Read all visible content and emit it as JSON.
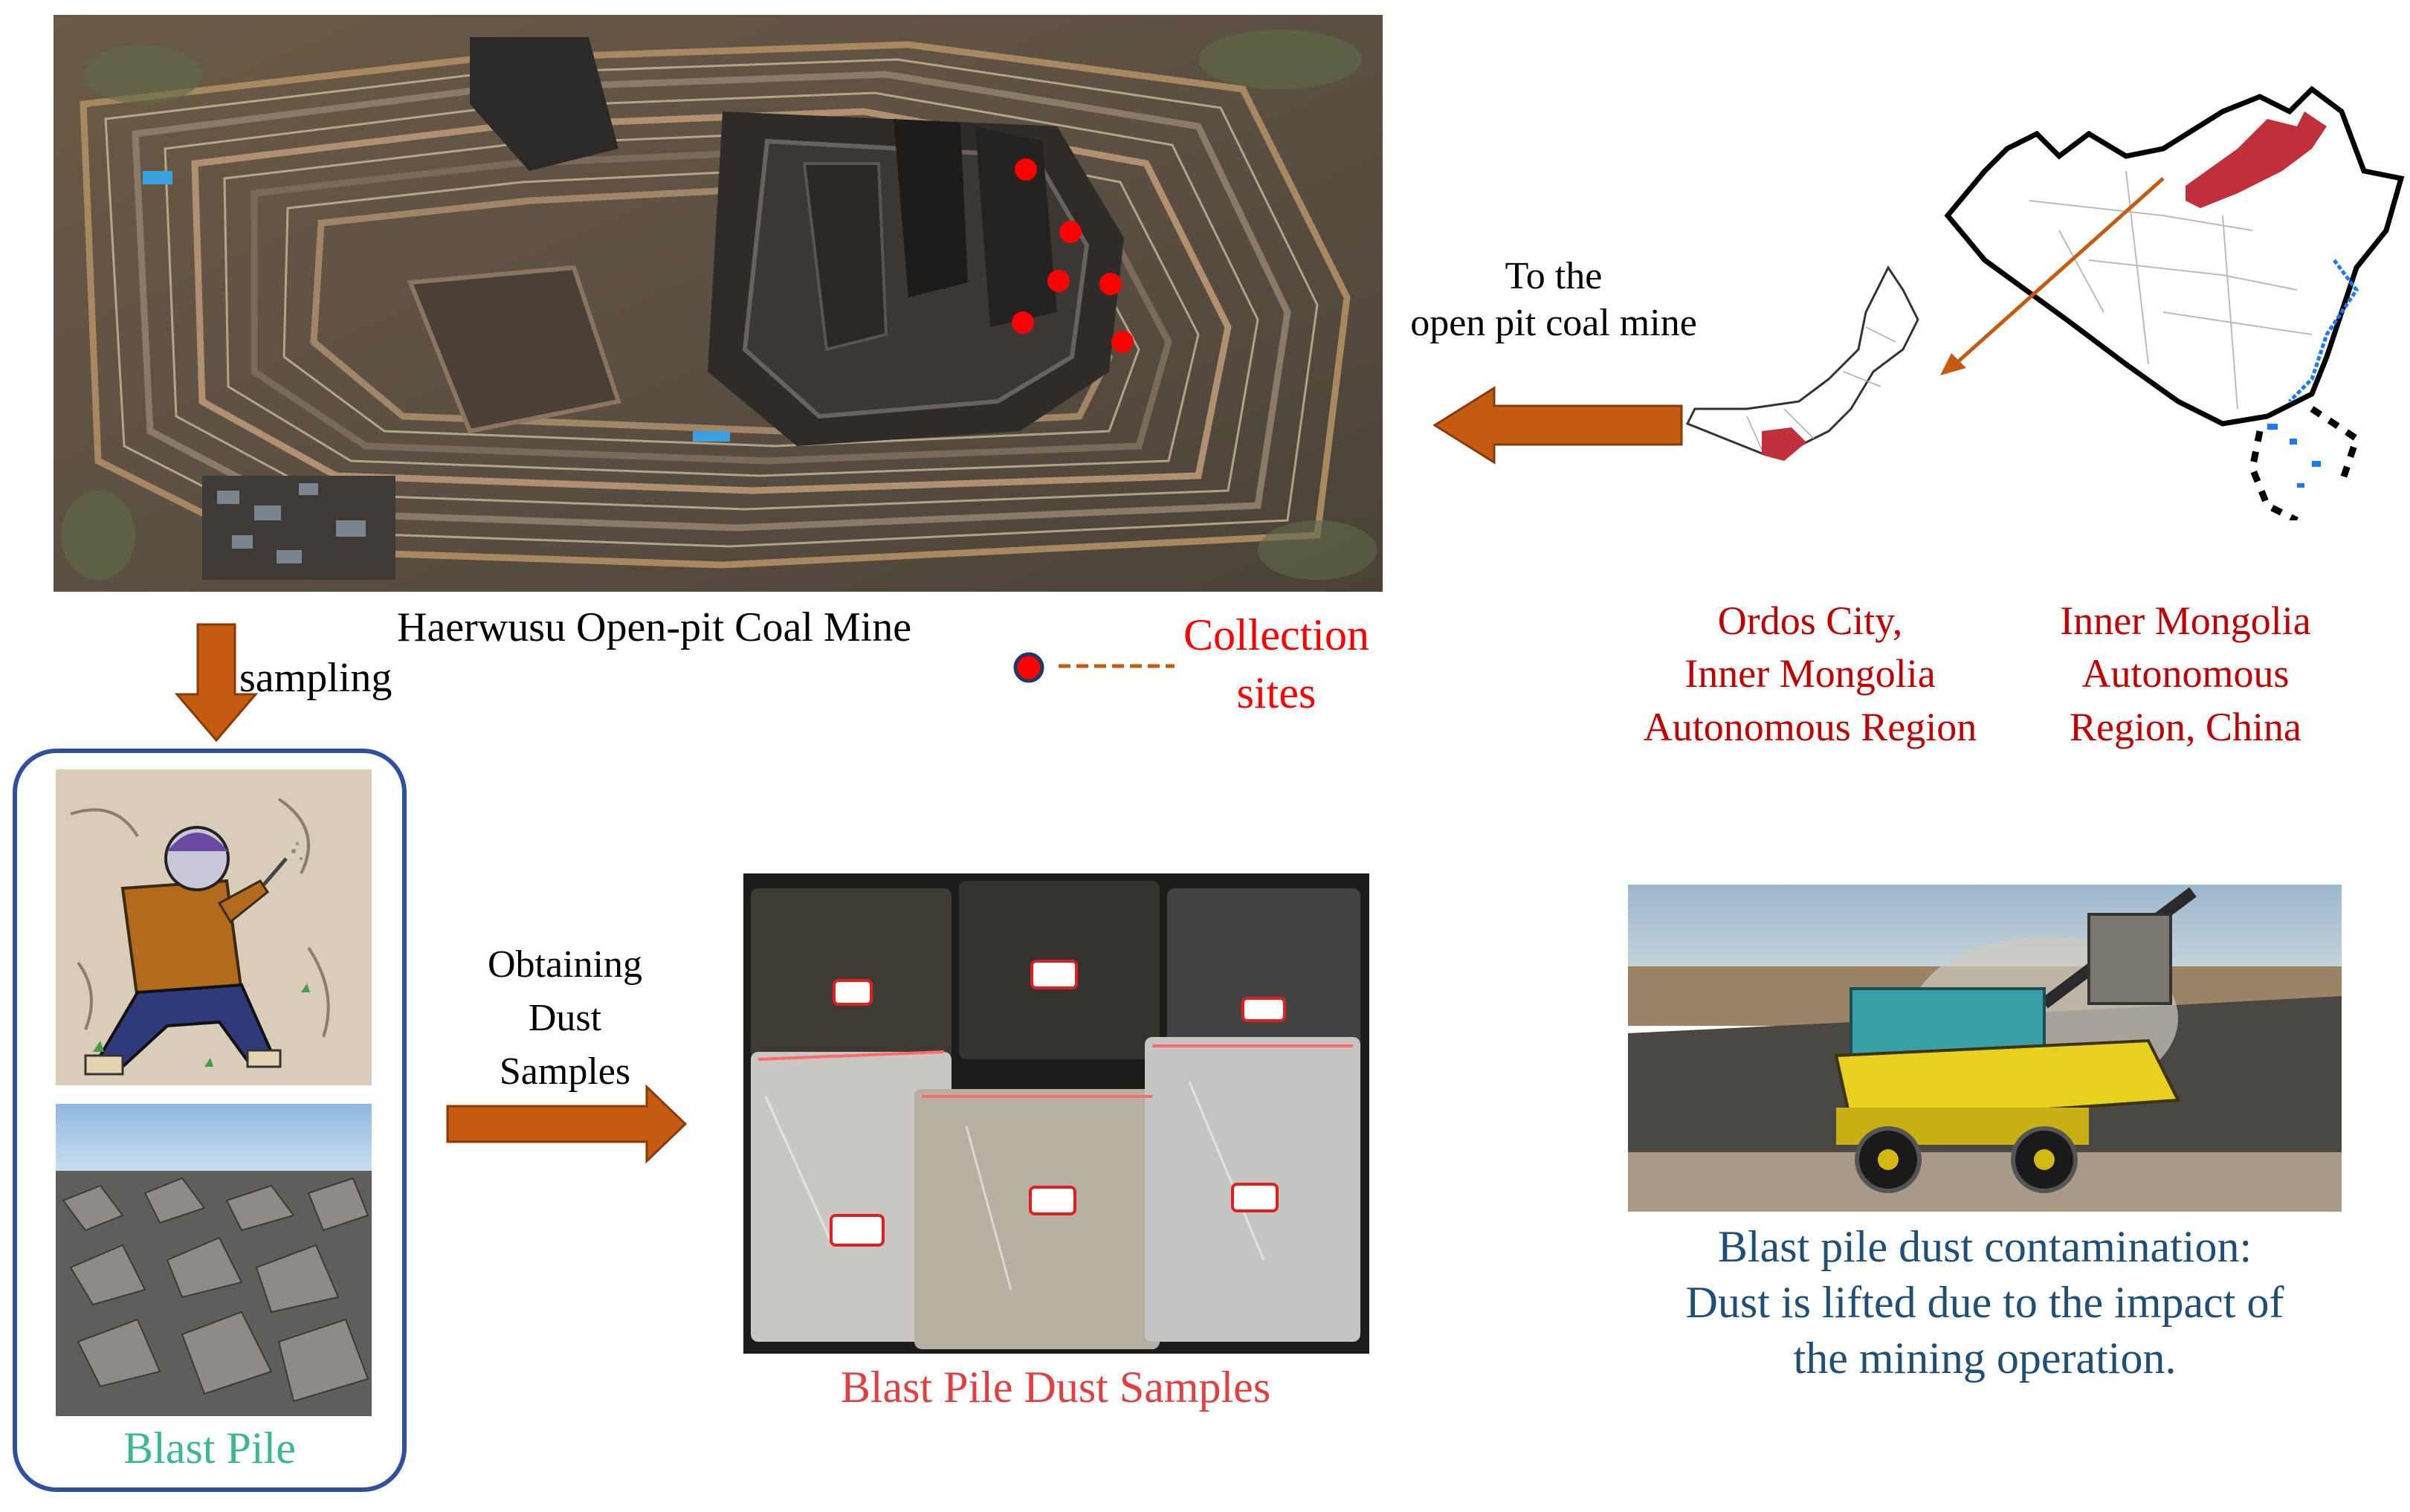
{
  "mine": {
    "name": "Haerwusu Open-pit Coal Mine",
    "collection_sites_label": "Collection sites"
  },
  "arrows": {
    "to_mine_line1": "To the",
    "to_mine_line2": "open pit coal mine",
    "sampling": "sampling",
    "obtaining_line1": "Obtaining",
    "obtaining_line2": "Dust",
    "obtaining_line3": "Samples"
  },
  "locations": {
    "ordos_line1": "Ordos City,",
    "ordos_line2": "Inner Mongolia",
    "ordos_line3": "Autonomous Region",
    "imar_line1": "Inner Mongolia",
    "imar_line2": "Autonomous",
    "imar_line3": "Region, China"
  },
  "blast_pile": {
    "label": "Blast Pile"
  },
  "dust_samples": {
    "label": "Blast Pile Dust Samples"
  },
  "contamination": {
    "line1": "Blast pile dust contamination:",
    "line2": "Dust is lifted due to the impact of",
    "line3": "the mining operation."
  },
  "colors": {
    "arrow_orange": "#c55a11",
    "red_text": "#c00000",
    "bright_red": "#ff0000",
    "green_text": "#3cb88e",
    "teal_text": "#1f4e79",
    "box_blue": "#2f4fa0"
  }
}
